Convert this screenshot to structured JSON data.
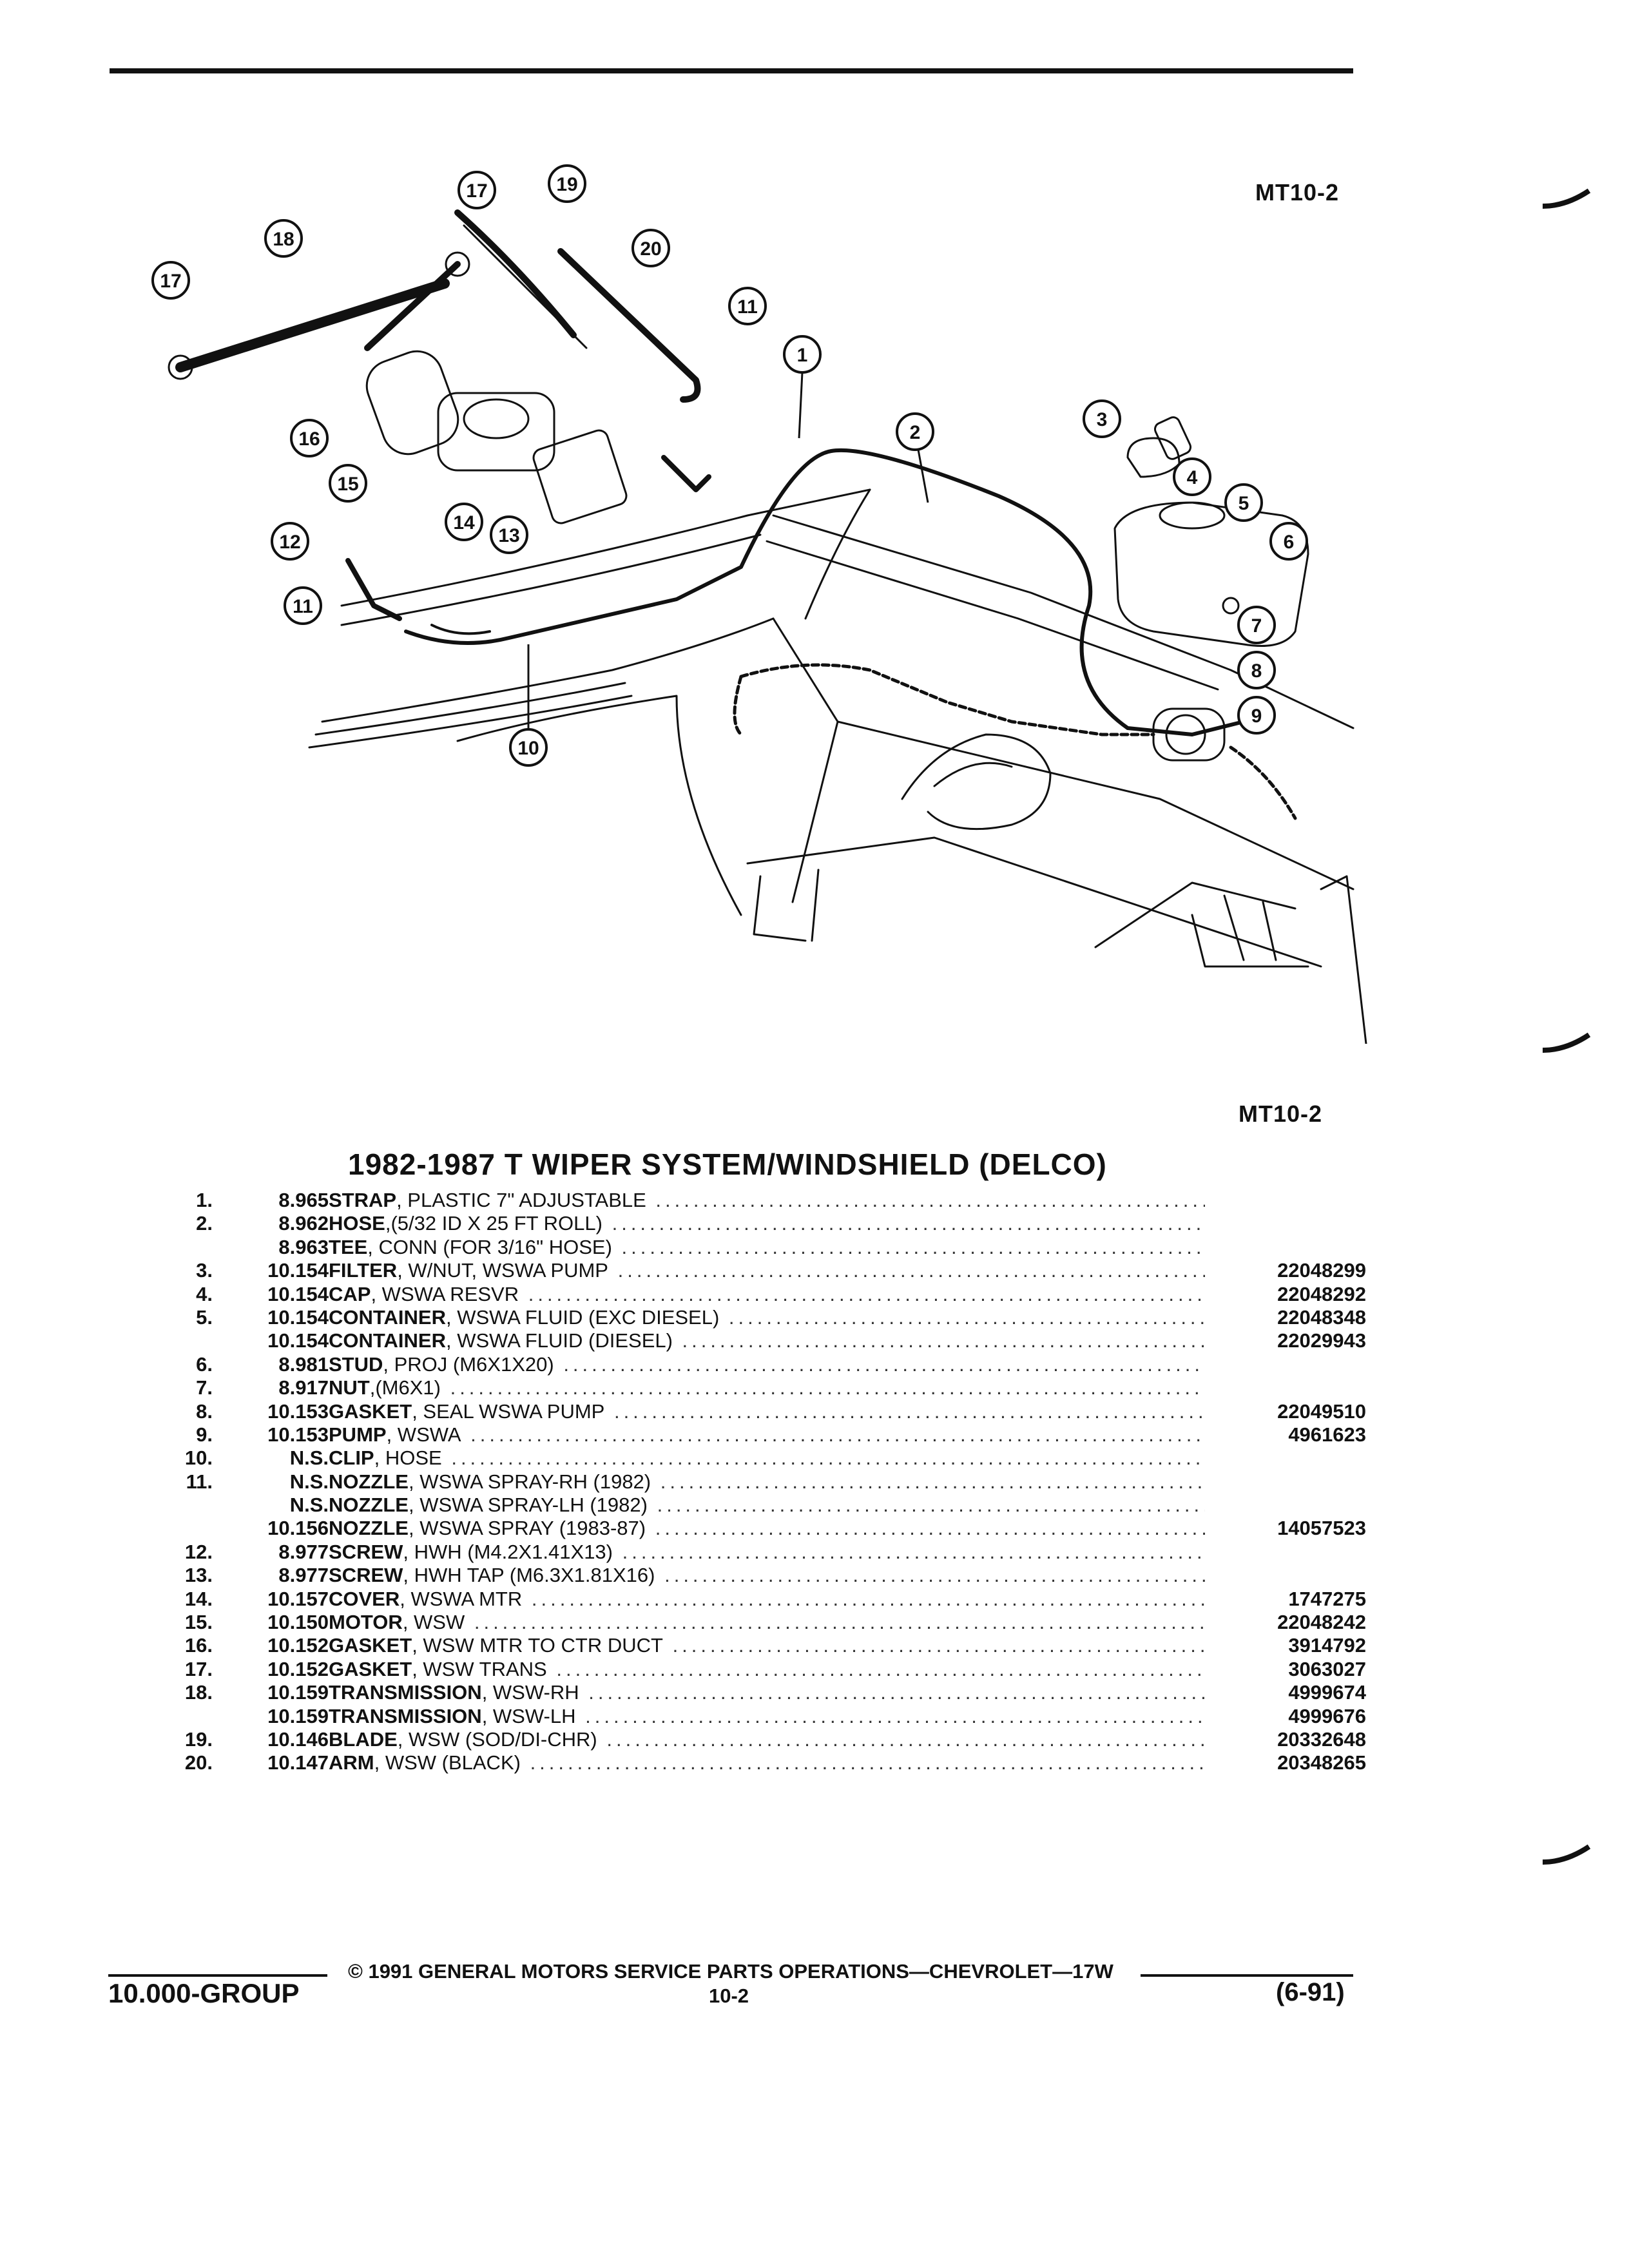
{
  "figure_id_top": "MT10-2",
  "figure_id_bottom": "MT10-2",
  "title": "1982-1987 T WIPER SYSTEM/WINDSHIELD (DELCO)",
  "callouts": [
    "1",
    "2",
    "3",
    "4",
    "5",
    "6",
    "7",
    "8",
    "9",
    "10",
    "11",
    "11",
    "12",
    "13",
    "14",
    "15",
    "16",
    "17",
    "17",
    "18",
    "19",
    "20"
  ],
  "parts": [
    {
      "ref": "1.",
      "group": "8.965",
      "name": "STRAP",
      "detail": ", PLASTIC 7\" ADJUSTABLE",
      "part_no": ""
    },
    {
      "ref": "2.",
      "group": "8.962",
      "name": "HOSE",
      "detail": ",(5/32 ID X 25 FT ROLL)",
      "part_no": ""
    },
    {
      "ref": "",
      "group": "8.963",
      "name": "TEE",
      "detail": ", CONN (FOR 3/16\" HOSE)",
      "part_no": ""
    },
    {
      "ref": "3.",
      "group": "10.154",
      "name": "FILTER",
      "detail": ", W/NUT, WSWA PUMP",
      "part_no": "22048299"
    },
    {
      "ref": "4.",
      "group": "10.154",
      "name": "CAP",
      "detail": ", WSWA RESVR",
      "part_no": "22048292"
    },
    {
      "ref": "5.",
      "group": "10.154",
      "name": "CONTAINER",
      "detail": ", WSWA FLUID (EXC DIESEL)",
      "part_no": "22048348"
    },
    {
      "ref": "",
      "group": "10.154",
      "name": "CONTAINER",
      "detail": ", WSWA FLUID (DIESEL)",
      "part_no": "22029943"
    },
    {
      "ref": "6.",
      "group": "8.981",
      "name": "STUD",
      "detail": ", PROJ (M6X1X20)",
      "part_no": ""
    },
    {
      "ref": "7.",
      "group": "8.917",
      "name": "NUT",
      "detail": ",(M6X1)",
      "part_no": ""
    },
    {
      "ref": "8.",
      "group": "10.153",
      "name": "GASKET",
      "detail": ", SEAL WSWA PUMP",
      "part_no": "22049510"
    },
    {
      "ref": "9.",
      "group": "10.153",
      "name": "PUMP",
      "detail": ", WSWA",
      "part_no": "4961623"
    },
    {
      "ref": "10.",
      "group": "N.S.",
      "name": "CLIP",
      "detail": ", HOSE",
      "part_no": ""
    },
    {
      "ref": "11.",
      "group": "N.S.",
      "name": "NOZZLE",
      "detail": ", WSWA SPRAY-RH (1982)",
      "part_no": ""
    },
    {
      "ref": "",
      "group": "N.S.",
      "name": "NOZZLE",
      "detail": ", WSWA SPRAY-LH (1982)",
      "part_no": ""
    },
    {
      "ref": "",
      "group": "10.156",
      "name": "NOZZLE",
      "detail": ", WSWA SPRAY (1983-87)",
      "part_no": "14057523"
    },
    {
      "ref": "12.",
      "group": "8.977",
      "name": "SCREW",
      "detail": ", HWH (M4.2X1.41X13)",
      "part_no": ""
    },
    {
      "ref": "13.",
      "group": "8.977",
      "name": "SCREW",
      "detail": ", HWH TAP (M6.3X1.81X16)",
      "part_no": ""
    },
    {
      "ref": "14.",
      "group": "10.157",
      "name": "COVER",
      "detail": ", WSWA MTR",
      "part_no": "1747275"
    },
    {
      "ref": "15.",
      "group": "10.150",
      "name": "MOTOR",
      "detail": ", WSW",
      "part_no": "22048242"
    },
    {
      "ref": "16.",
      "group": "10.152",
      "name": "GASKET",
      "detail": ", WSW MTR TO CTR DUCT",
      "part_no": "3914792"
    },
    {
      "ref": "17.",
      "group": "10.152",
      "name": "GASKET",
      "detail": ", WSW TRANS",
      "part_no": "3063027"
    },
    {
      "ref": "18.",
      "group": "10.159",
      "name": "TRANSMISSION",
      "detail": ", WSW-RH",
      "part_no": "4999674"
    },
    {
      "ref": "",
      "group": "10.159",
      "name": "TRANSMISSION",
      "detail": ", WSW-LH",
      "part_no": "4999676"
    },
    {
      "ref": "19.",
      "group": "10.146",
      "name": "BLADE",
      "detail": ", WSW (SOD/DI-CHR)",
      "part_no": "20332648"
    },
    {
      "ref": "20.",
      "group": "10.147",
      "name": "ARM",
      "detail": ", WSW (BLACK)",
      "part_no": "20348265"
    }
  ],
  "footer": {
    "copyright": "© 1991 GENERAL MOTORS SERVICE PARTS OPERATIONS—CHEVROLET—17W",
    "group": "10.000-GROUP",
    "page": "10-2",
    "date": "(6-91)"
  }
}
